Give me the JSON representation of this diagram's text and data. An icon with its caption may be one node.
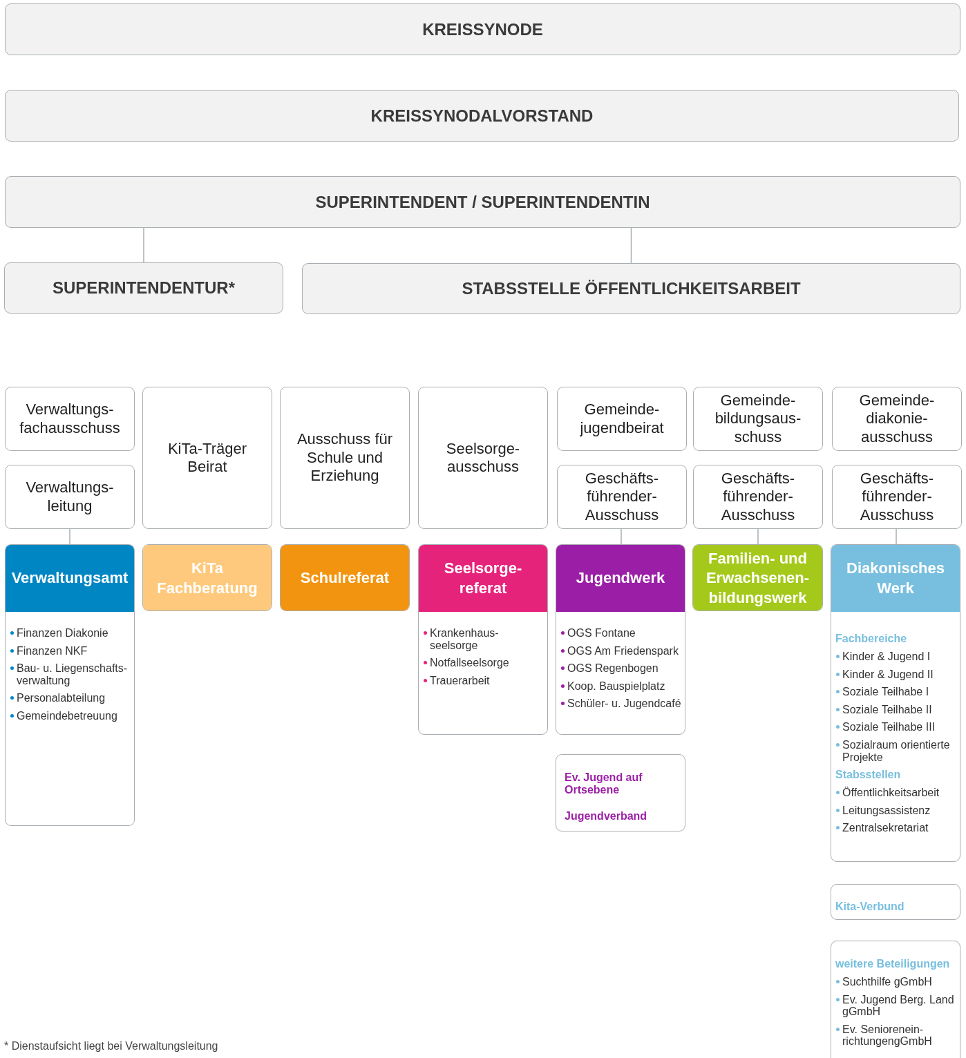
{
  "diagram": {
    "nodes": [
      {
        "text": [
          "KREISSYNODE"
        ]
      },
      {
        "text": [
          "KREISSYNODALVORSTAND"
        ]
      },
      {
        "text": [
          "SUPERINTENDENT / SUPERINTENDENTIN"
        ]
      },
      {
        "text": [
          "SUPERINTENDENTUR*"
        ]
      },
      {
        "text": [
          "STABSSTELLE ÖFFENTLICHKEITSARBEIT"
        ]
      },
      {
        "text": [
          "Verwaltungs- fachausschuss"
        ]
      },
      {
        "text": [
          "Verwaltungs- leitung"
        ]
      },
      {
        "text": [
          "KiTa-Träger Beirat"
        ]
      },
      {
        "text": [
          "Ausschuss für Schule und Erziehung"
        ]
      },
      {
        "text": [
          "Seelsorge- ausschuss"
        ]
      },
      {
        "text": [
          "Gemeinde- jugendbeirat"
        ]
      },
      {
        "text": [
          "Gemeinde- bildungsaus- schuss"
        ]
      },
      {
        "text": [
          "Gemeinde- diakonie- ausschuss"
        ]
      },
      {
        "text": [
          "Geschäfts- führender- Ausschuss"
        ]
      },
      {
        "text": [
          "Geschäfts- führender- Ausschuss"
        ]
      },
      {
        "text": [
          "Geschäfts- führender- Ausschuss"
        ]
      },
      {
        "text": [
          "Verwaltungsamt",
          "Finanzen Diakonie",
          "Finanzen NKF",
          "Bau- u. Liegenschafts- verwaltung",
          "Personalabteilung",
          "Gemeindebetreuung"
        ]
      },
      {
        "text": [
          "KiTa Fachberatung"
        ]
      },
      {
        "text": [
          "Schulreferat"
        ]
      },
      {
        "text": [
          "Seelsorge- referat",
          "Krankenhaus- seelsorge",
          "Notfallseelsorge",
          "Trauerarbeit"
        ]
      },
      {
        "text": [
          "Jugendwerk",
          "OGS Fontane",
          "OGS Am Friedenspark",
          "OGS Regenbogen",
          "Koop. Bauspielplatz",
          "Schüler- u. Jugendcafé"
        ]
      },
      {
        "text": [
          "Familien- und Erwachsenen- bildungswerk"
        ]
      },
      {
        "text": [
          "Diakonisches Werk",
          "Fachbereiche",
          "Kinder & Jugend I",
          "Kinder & Jugend II",
          "Soziale Teilhabe I",
          "Soziale Teilhabe II",
          "Soziale Teilhabe III",
          "Sozialraum orientierte Projekte",
          "Stabsstellen",
          "Öffentlichkeitsarbeit",
          "Leitungsassistenz",
          "Zentralsekretariat"
        ]
      },
      {
        "text": [
          "Ev. Jugend auf Ortsebene",
          "Jugendverband"
        ]
      },
      {
        "text": [
          "Kita-Verbund"
        ]
      },
      {
        "text": [
          "weitere Beteiligungen",
          "Suchthilfe gGmbH",
          "Ev. Jugend Berg. Land gGmbH",
          "Ev. Seniorenein- richtungengGmbH"
        ]
      }
    ],
    "edges": [
      {
        "from": 2,
        "to": 3,
        "arrow": "none"
      },
      {
        "from": 2,
        "to": 4,
        "arrow": "none"
      },
      {
        "from": 6,
        "to": 16,
        "arrow": "none"
      },
      {
        "from": 13,
        "to": 20,
        "arrow": "none"
      },
      {
        "from": 14,
        "to": 21,
        "arrow": "none"
      },
      {
        "from": 15,
        "to": 22,
        "arrow": "none"
      }
    ],
    "labels": [
      "* Dienstaufsicht liegt bei Verwaltungsleitung"
    ]
  }
}
